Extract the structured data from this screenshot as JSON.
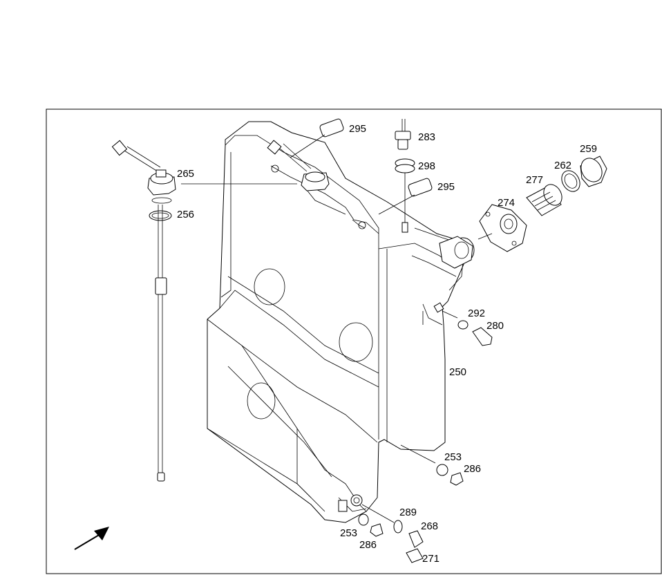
{
  "labels": {
    "l265": "265",
    "l256": "256",
    "l295a": "295",
    "l283": "283",
    "l298": "298",
    "l295b": "295",
    "l259": "259",
    "l262": "262",
    "l277": "277",
    "l274": "274",
    "l292": "292",
    "l280": "280",
    "l250": "250",
    "l253a": "253",
    "l286a": "286",
    "l289": "289",
    "l268": "268",
    "l253b": "253",
    "l286b": "286",
    "l271": "271"
  },
  "colors": {
    "line": "#000000",
    "background": "#ffffff"
  },
  "icons": {
    "direction_arrow": "arrow-icon"
  }
}
